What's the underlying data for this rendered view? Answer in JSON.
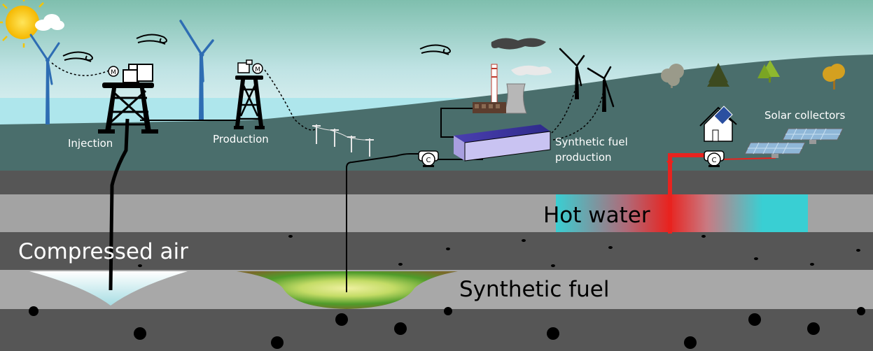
{
  "labels": {
    "injection": "Injection",
    "production": "Production",
    "synthetic_fuel_production_line1": "Synthetic fuel",
    "synthetic_fuel_production_line2": "production",
    "solar_collectors": "Solar collectors",
    "hot_water": "Hot water",
    "compressed_air": "Compressed air",
    "synthetic_fuel": "Synthetic fuel",
    "motor_symbol": "M",
    "compressor_symbol": "C"
  },
  "colors": {
    "sky_top": "#7fbfae",
    "sky_bottom": "#d8f0f3",
    "sea": "#aee6ec",
    "land": "#4a6e6c",
    "layer_dark": "#565656",
    "layer_light": "#a3a3a3",
    "layer_mid": "#a8a8a8",
    "hot_water_cyan": "#39cfd3",
    "hot_water_red": "#e8231f",
    "turbine_blue": "#2e6db3",
    "factory_purple": "#c9c3f2"
  }
}
